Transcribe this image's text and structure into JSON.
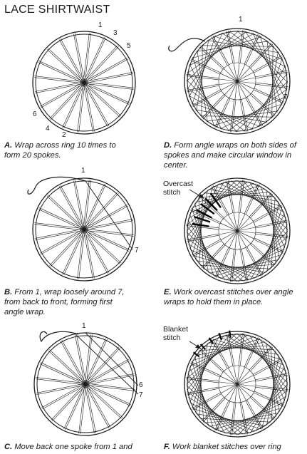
{
  "title": "LACE SHIRTWAIST",
  "panels": {
    "a": {
      "letter": "A.",
      "caption": [
        "Wrap across ring 10 times to",
        "form 20 spokes."
      ],
      "numbers": [
        "1",
        "3",
        "5",
        "6",
        "4",
        "2"
      ]
    },
    "b": {
      "letter": "B.",
      "caption": [
        "From 1, wrap loosely around 7,",
        "from back to front, forming first",
        "angle wrap."
      ],
      "numbers": [
        "1",
        "7"
      ]
    },
    "c": {
      "letter": "C.",
      "caption": [
        "Move back one spoke from 1 and"
      ],
      "numbers": [
        "1",
        "6",
        "7"
      ]
    },
    "d": {
      "letter": "D.",
      "caption": [
        "Form angle wraps on both sides of",
        "spokes and make circular window in",
        "center."
      ],
      "numbers": [
        "1",
        "7"
      ]
    },
    "e": {
      "letter": "E.",
      "caption": [
        "Work overcast stitches over angle",
        "wraps to hold them in place."
      ],
      "label": [
        "Overcast",
        "stitch"
      ]
    },
    "f": {
      "letter": "F.",
      "caption": [
        "Work blanket stitches over ring"
      ],
      "label": [
        "Blanket",
        "stitch"
      ]
    }
  }
}
